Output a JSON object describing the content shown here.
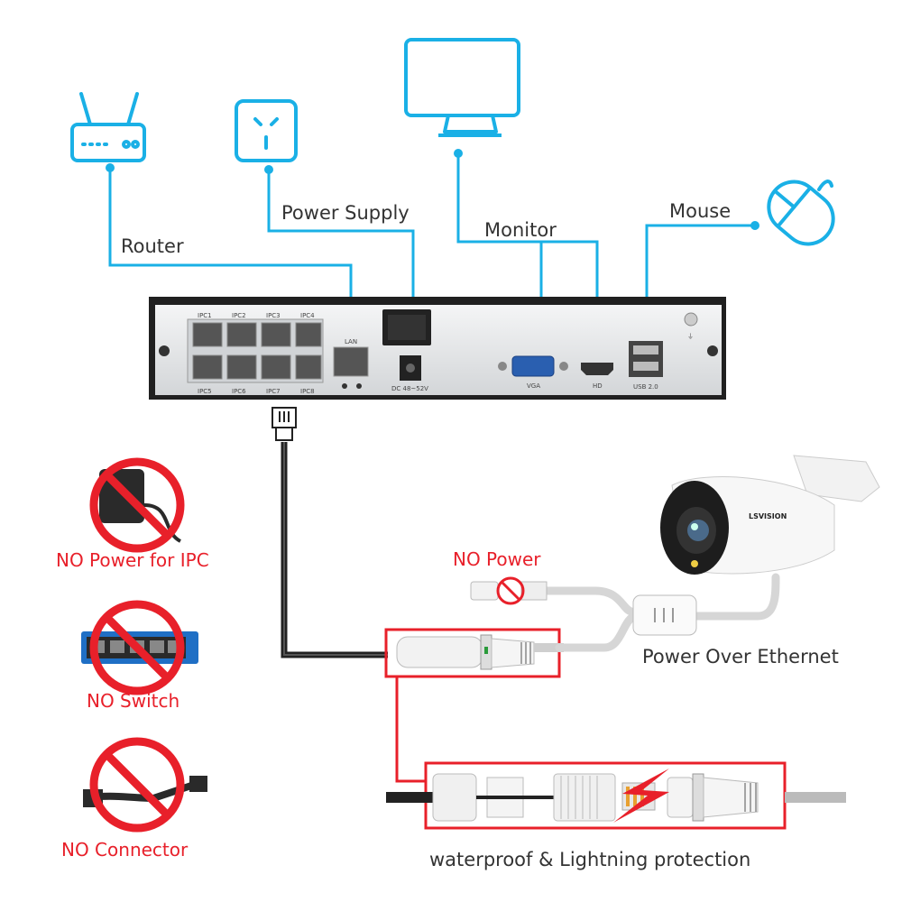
{
  "labels": {
    "router": "Router",
    "power_supply": "Power Supply",
    "monitor": "Monitor",
    "mouse": "Mouse",
    "no_power": "NO Power",
    "power_over_ethernet": "Power Over Ethernet",
    "waterproof": "waterproof & Lightning protection",
    "no_power_ipc": "NO Power for IPC",
    "no_switch": "NO Switch",
    "no_connector": "NO Connector"
  },
  "nvr": {
    "ports_top": [
      "IPC1",
      "IPC2",
      "IPC3",
      "IPC4"
    ],
    "ports_bottom": [
      "IPC5",
      "IPC6",
      "IPC7",
      "IPC8"
    ],
    "lan": "LAN",
    "dc": "DC 48~52V",
    "vga": "VGA",
    "hd": "HD",
    "usb": "USB 2.0"
  },
  "camera": {
    "brand": "LSVISION"
  },
  "colors": {
    "accent": "#1ab0e6",
    "warning": "#e8202a",
    "cable": "#222222"
  }
}
